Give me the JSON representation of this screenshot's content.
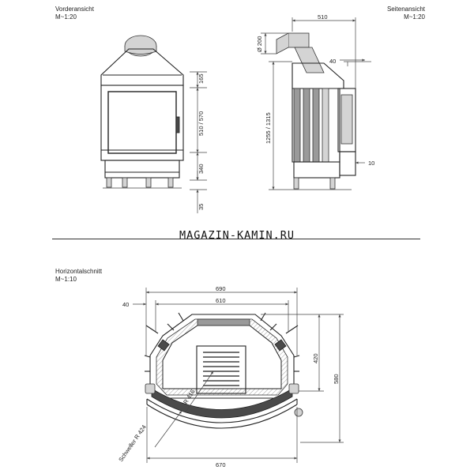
{
  "views": {
    "front": {
      "title": "Vorderansicht",
      "scale": "M~1:20"
    },
    "side": {
      "title": "Seitenansicht",
      "scale": "M~1:20"
    },
    "plan": {
      "title": "Horizontalschnitt",
      "scale": "M~1:10"
    }
  },
  "watermark": "MAGAZIN-KAMIN.RU",
  "dimensions": {
    "front": {
      "hood": "165",
      "glass": "510 / 570",
      "base": "340",
      "feet": "35"
    },
    "side": {
      "width": "510",
      "flue_dia": "Ø 200",
      "total_height": "1255 / 1315",
      "offset_top": "40",
      "offset_bottom": "10"
    },
    "plan": {
      "outer_width": "690",
      "inner_width": "610",
      "side_offset": "40",
      "depth_front": "420",
      "depth_total": "580",
      "bottom_width": "670",
      "radius_inner": "R 416",
      "radius_sill": "Schweller R 424"
    }
  }
}
